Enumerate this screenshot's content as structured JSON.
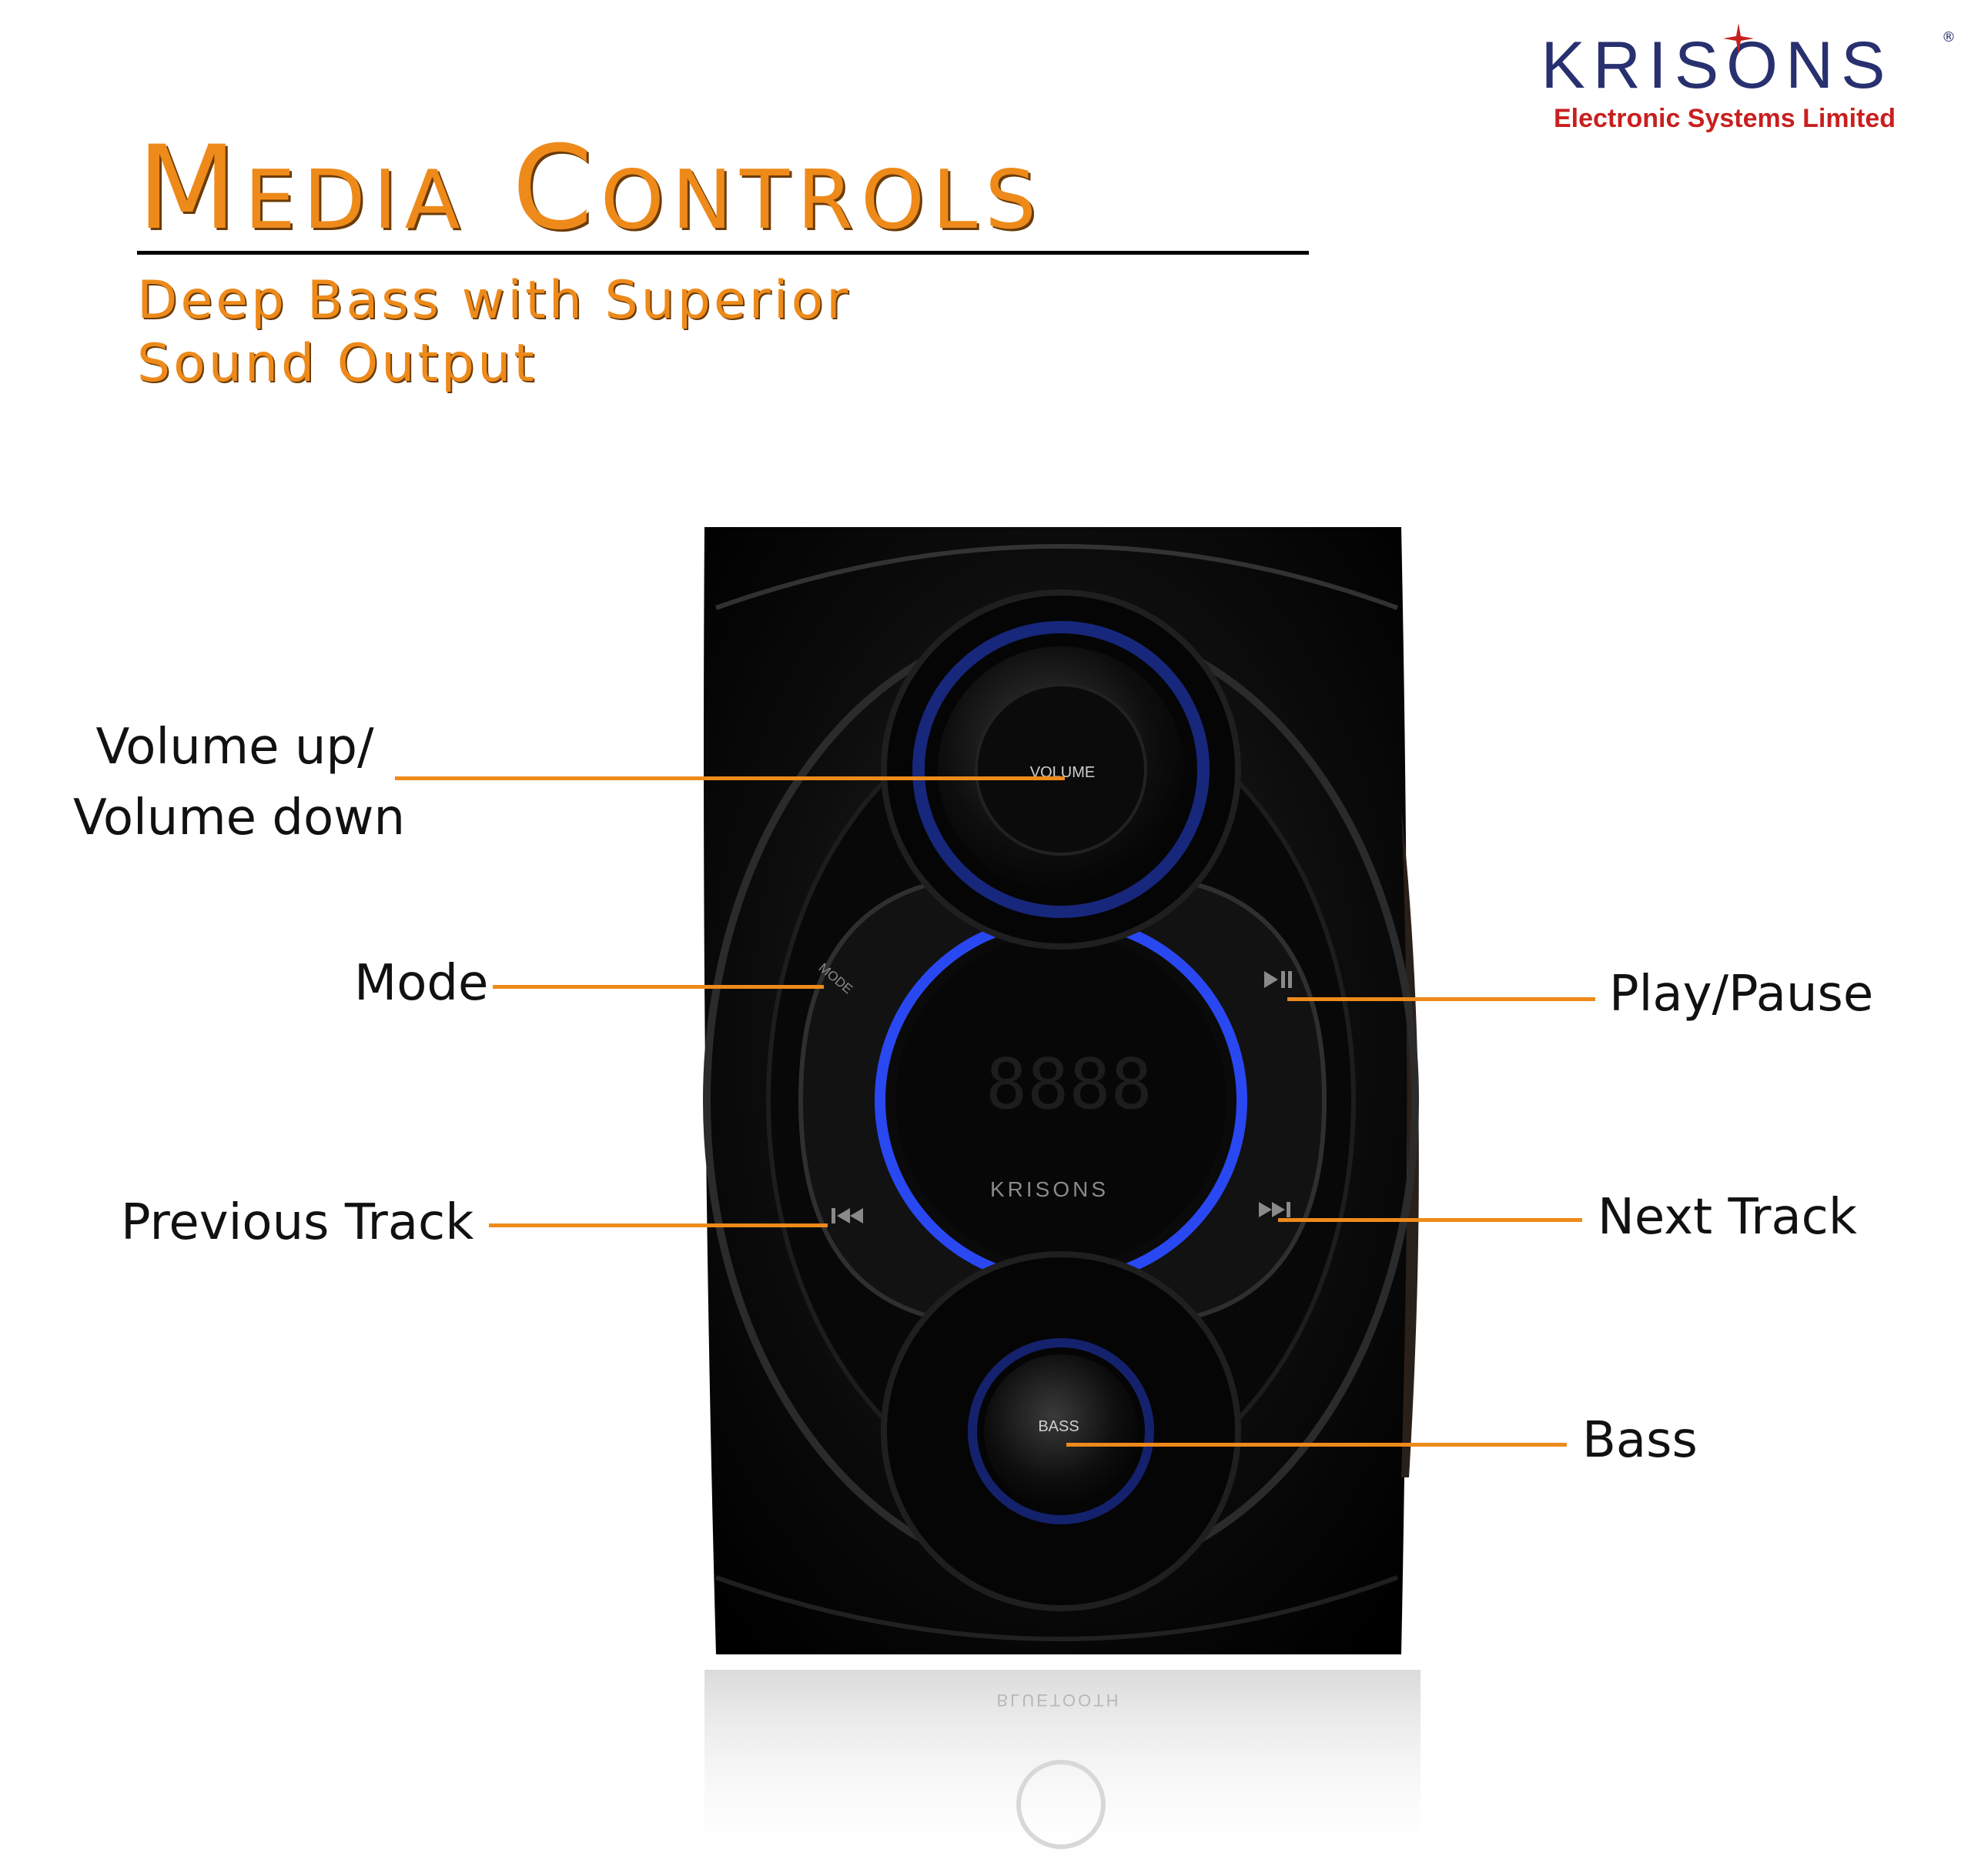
{
  "brand": {
    "name": "KRISONS",
    "tagline": "Electronic Systems Limited",
    "registered": "®"
  },
  "header": {
    "title": "Media Controls",
    "subtitle_line1": "Deep Bass with Superior",
    "subtitle_line2": "Sound Output"
  },
  "device": {
    "volume_knob_label": "VOLUME",
    "mode_button_label": "MODE",
    "display_brand": "KRISONS",
    "bass_knob_label": "BASS",
    "reflection_text": "BLUETOOTH"
  },
  "callouts": {
    "volume_line1": "Volume up/",
    "volume_line2": "Volume down",
    "mode": "Mode",
    "previous": "Previous Track",
    "play_pause": "Play/Pause",
    "next": "Next Track",
    "bass": "Bass"
  },
  "colors": {
    "accent_orange": "#ee8a1a",
    "brand_blue": "#28306f",
    "brand_red": "#c8201f",
    "led_blue": "#2b4bff"
  }
}
